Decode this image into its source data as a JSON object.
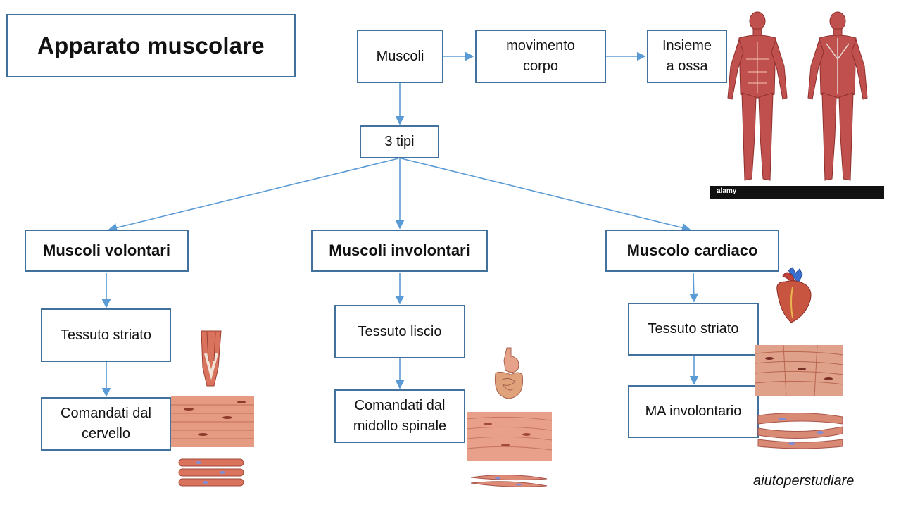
{
  "title": "Apparato muscolare",
  "nodes": {
    "muscoli": "Muscoli",
    "movimento": "movimento\ncorpo",
    "insieme": "Insieme\na ossa",
    "tipi": "3 tipi",
    "volontari": "Muscoli volontari",
    "involontari": "Muscoli involontari",
    "cardiaco": "Muscolo cardiaco",
    "striato1": "Tessuto striato",
    "liscio": "Tessuto liscio",
    "striato2": "Tessuto striato",
    "cervello": "Comandati dal\ncervello",
    "midollo": "Comandati dal\nmidollo spinale",
    "ma": "MA involontario"
  },
  "watermark": "aiutoperstudiare",
  "image_credit": "alamy",
  "colors": {
    "border": "#41719c",
    "arrow": "#5b9bd5",
    "muscle": "#c0504d",
    "tissue": "#e8a08a"
  }
}
